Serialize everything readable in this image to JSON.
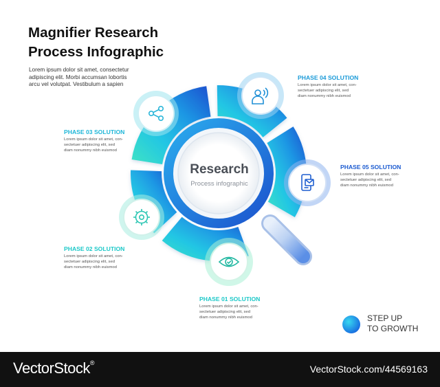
{
  "header": {
    "title_line1": "Magnifier Research",
    "title_line2": "Process Infographic",
    "intro_lines": [
      "Lorem ipsum dolor sit amet, consectetur",
      "adipiscing elit. Morbi accumsan lobortis",
      "arcu vel volutpat. Vestibulum a sapien"
    ]
  },
  "center": {
    "title": "Research",
    "subtitle": "Process infographic"
  },
  "phases": [
    {
      "title": "PHASE 01 SOLUTION",
      "icon": "eye-icon",
      "color": "#1cc8c8",
      "lines": [
        "Lorem ipsum dolor sit amet, con-",
        "sectetuer adipiscing elit, sed",
        "diam nonummy nibh euismod"
      ]
    },
    {
      "title": "PHASE 02 SOLUTION",
      "icon": "gear-icon",
      "color": "#1cc8c8",
      "lines": [
        "Lorem ipsum dolor sit amet, con-",
        "sectetuer adipiscing elit, sed",
        "diam nonummy nibh euismod"
      ]
    },
    {
      "title": "PHASE 03 SOLUTION",
      "icon": "share-icon",
      "color": "#1cb6d8",
      "lines": [
        "Lorem ipsum dolor sit amet, con-",
        "sectetuer adipiscing elit, sed",
        "diam nonummy nibh euismod"
      ]
    },
    {
      "title": "PHASE 04 SOLUTION",
      "icon": "person-speaking-icon",
      "color": "#1a9ad8",
      "lines": [
        "Lorem ipsum dolor sit amet, con-",
        "sectetuer adipiscing elit, sed",
        "diam nonummy nibh euismod"
      ]
    },
    {
      "title": "PHASE 05 SOLUTION",
      "icon": "mobile-mail-icon",
      "color": "#1a5ad0",
      "lines": [
        "Lorem ipsum dolor sit amet, con-",
        "sectetuer adipiscing elit, sed",
        "diam nonummy nibh euismod"
      ]
    }
  ],
  "tagline": {
    "line1": "STEP UP",
    "line2": "TO GROWTH"
  },
  "footer": {
    "brand": "VectorStock",
    "reg_mark": "®",
    "url": "VectorStock.com/44569163"
  }
}
